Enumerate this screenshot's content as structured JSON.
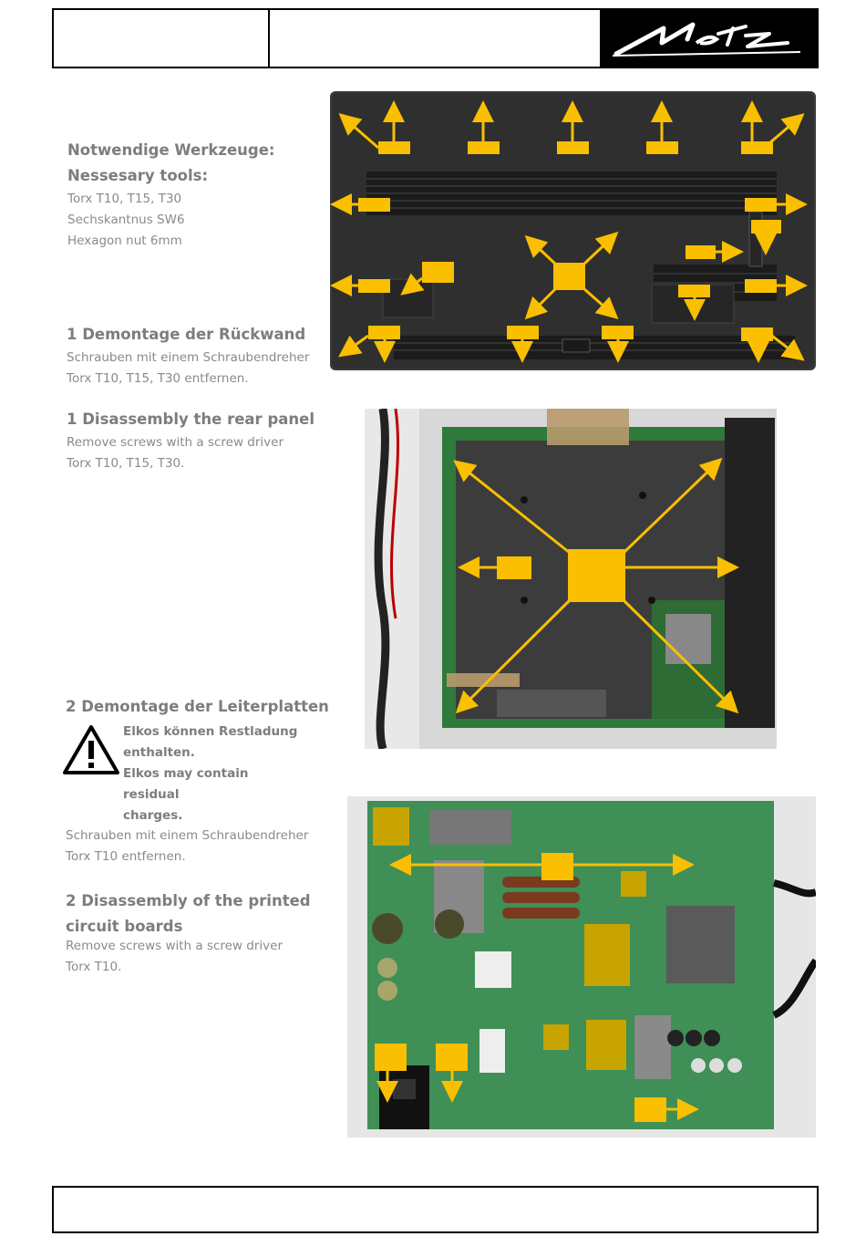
{
  "header": {
    "logo_text": "Metz"
  },
  "tools": {
    "heading_de": "Notwendige Werkzeuge:",
    "heading_en": "Nessesary tools:",
    "items": [
      "Torx T10, T15, T30",
      "Sechskantnus SW6",
      "Hexagon nut 6mm"
    ]
  },
  "step1_de": {
    "heading": "1 Demontage der Rückwand",
    "lines": [
      "Schrauben mit einem Schraubendreher",
      "Torx T10, T15, T30 entfernen."
    ]
  },
  "step1_en": {
    "heading": "1 Disassembly the rear panel",
    "lines": [
      "Remove screws with a screw driver",
      "Torx T10, T15, T30."
    ]
  },
  "step2_de": {
    "heading": "2 Demontage der Leiterplatten",
    "warning_lines": [
      "Elkos können Restladung",
      "enthalten.",
      "Elkos may contain residual",
      "charges."
    ],
    "lines": [
      "Schrauben mit einem Schraubendreher",
      "Torx T10 entfernen."
    ]
  },
  "step2_en": {
    "heading_lines": [
      "2 Disassembly of the printed",
      "circuit boards"
    ],
    "lines": [
      "Remove screws with a screw driver",
      "Torx T10."
    ]
  },
  "colors": {
    "accent": "#f9bf00",
    "text": "#8a8a8a"
  }
}
